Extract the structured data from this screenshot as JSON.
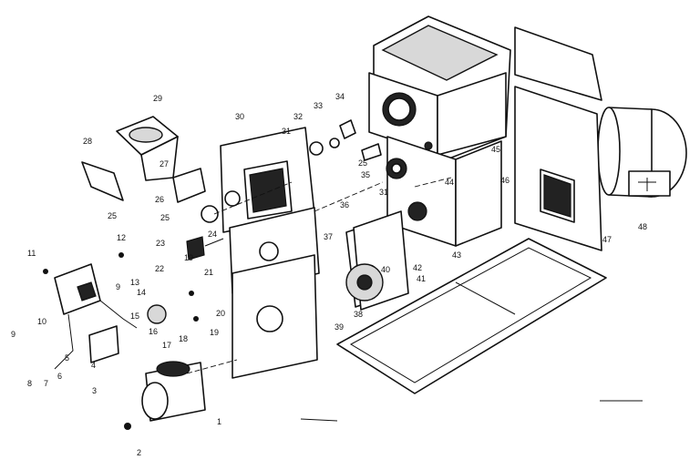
{
  "callouts": [
    {
      "key": "c1",
      "label": "1"
    },
    {
      "key": "c2",
      "label": "2"
    },
    {
      "key": "c3",
      "label": "3"
    },
    {
      "key": "c4",
      "label": "4"
    },
    {
      "key": "c5",
      "label": "5"
    },
    {
      "key": "c6",
      "label": "6"
    },
    {
      "key": "c7",
      "label": "7"
    },
    {
      "key": "c8",
      "label": "8"
    },
    {
      "key": "c9a",
      "label": "9"
    },
    {
      "key": "c9b",
      "label": "9"
    },
    {
      "key": "c10",
      "label": "10"
    },
    {
      "key": "c11",
      "label": "11"
    },
    {
      "key": "c12",
      "label": "12"
    },
    {
      "key": "c13",
      "label": "13"
    },
    {
      "key": "c14",
      "label": "14"
    },
    {
      "key": "c15",
      "label": "15"
    },
    {
      "key": "c16",
      "label": "16"
    },
    {
      "key": "c17",
      "label": "17"
    },
    {
      "key": "c18",
      "label": "18"
    },
    {
      "key": "c19a",
      "label": "19"
    },
    {
      "key": "c19b",
      "label": "19"
    },
    {
      "key": "c20",
      "label": "20"
    },
    {
      "key": "c21",
      "label": "21"
    },
    {
      "key": "c22",
      "label": "22"
    },
    {
      "key": "c23",
      "label": "23"
    },
    {
      "key": "c24",
      "label": "24"
    },
    {
      "key": "c25a",
      "label": "25"
    },
    {
      "key": "c25b",
      "label": "25"
    },
    {
      "key": "c25c",
      "label": "25"
    },
    {
      "key": "c26",
      "label": "26"
    },
    {
      "key": "c27",
      "label": "27"
    },
    {
      "key": "c28",
      "label": "28"
    },
    {
      "key": "c29",
      "label": "29"
    },
    {
      "key": "c30",
      "label": "30"
    },
    {
      "key": "c31a",
      "label": "31"
    },
    {
      "key": "c31b",
      "label": "31"
    },
    {
      "key": "c32",
      "label": "32"
    },
    {
      "key": "c33",
      "label": "33"
    },
    {
      "key": "c34",
      "label": "34"
    },
    {
      "key": "c35",
      "label": "35"
    },
    {
      "key": "c36",
      "label": "36"
    },
    {
      "key": "c37",
      "label": "37"
    },
    {
      "key": "c38",
      "label": "38"
    },
    {
      "key": "c39",
      "label": "39"
    },
    {
      "key": "c40",
      "label": "40"
    },
    {
      "key": "c41",
      "label": "41"
    },
    {
      "key": "c42",
      "label": "42"
    },
    {
      "key": "c43",
      "label": "43"
    },
    {
      "key": "c44",
      "label": "44"
    },
    {
      "key": "c45",
      "label": "45"
    },
    {
      "key": "c46",
      "label": "46"
    },
    {
      "key": "c47",
      "label": "47"
    },
    {
      "key": "c48",
      "label": "48"
    }
  ]
}
